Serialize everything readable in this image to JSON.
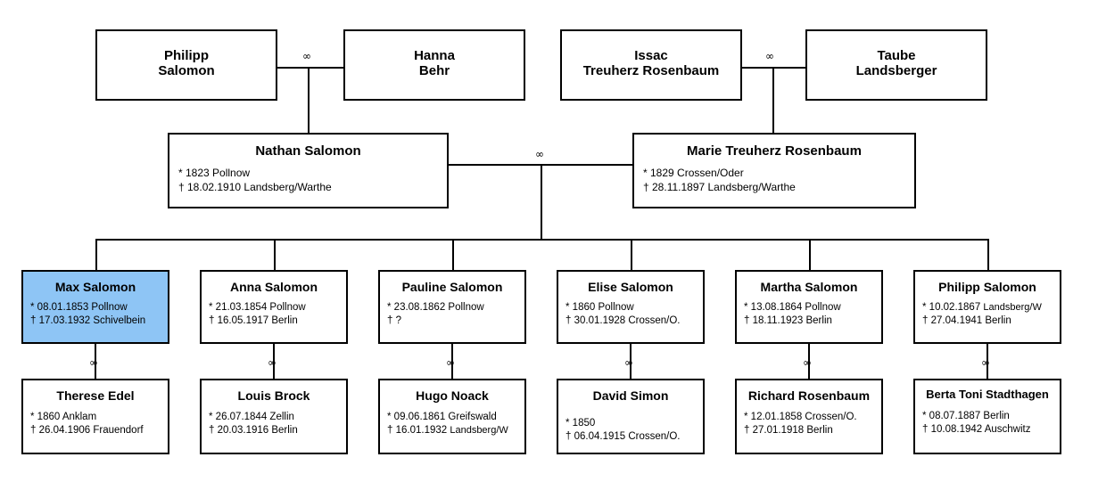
{
  "symbols": {
    "marriage": "∞",
    "birth": "*",
    "death": "†"
  },
  "colors": {
    "highlight": "#8ec5f5",
    "line": "#000000",
    "background": "#ffffff",
    "text": "#000000"
  },
  "generation1": {
    "couple_left": {
      "husband": {
        "line1": "Philipp",
        "line2": "Salomon"
      },
      "wife": {
        "line1": "Hanna",
        "line2": "Behr"
      },
      "marriage_symbol": "∞"
    },
    "couple_right": {
      "husband": {
        "line1": "Issac",
        "line2": "Treuherz Rosenbaum"
      },
      "wife": {
        "line1": "Taube",
        "line2": "Landsberger"
      },
      "marriage_symbol": "∞"
    }
  },
  "generation2": {
    "marriage_symbol": "∞",
    "father": {
      "name": "Nathan Salomon",
      "birth": "* 1823 Pollnow",
      "death": "† 18.02.1910 Landsberg/Warthe"
    },
    "mother": {
      "name": "Marie Treuherz Rosenbaum",
      "birth": "* 1829 Crossen/Oder",
      "death": "† 28.11.1897 Landsberg/Warthe"
    }
  },
  "generation3": {
    "children": [
      {
        "name": "Max Salomon",
        "birth": "*  08.01.1853 Pollnow",
        "death": "† 17.03.1932 Schivelbein",
        "highlighted": true,
        "marriage_symbol": "∞",
        "spouse": {
          "name": "Therese Edel",
          "birth": "*  1860 Anklam",
          "death": "† 26.04.1906 Frauendorf"
        }
      },
      {
        "name": "Anna Salomon",
        "birth": "* 21.03.1854 Pollnow",
        "death": "† 16.05.1917 Berlin",
        "highlighted": false,
        "marriage_symbol": "∞",
        "spouse": {
          "name": "Louis Brock",
          "birth": "*  26.07.1844 Zellin",
          "death": "†  20.03.1916 Berlin"
        }
      },
      {
        "name": "Pauline Salomon",
        "birth": "* 23.08.1862 Pollnow",
        "death": "† ?",
        "highlighted": false,
        "marriage_symbol": "∞",
        "spouse": {
          "name": "Hugo Noack",
          "birth": "*  09.06.1861 Greifswald",
          "death_prefix": "† 16.01.1932 ",
          "death_small": "Landsberg/W"
        }
      },
      {
        "name": "Elise Salomon",
        "birth": "* 1860 Pollnow",
        "death": "† 30.01.1928 Crossen/O.",
        "highlighted": false,
        "marriage_symbol": "∞",
        "spouse": {
          "name": "David Simon",
          "birth": "* 1850",
          "death": "† 06.04.1915 Crossen/O."
        }
      },
      {
        "name": "Martha Salomon",
        "birth": "* 13.08.1864 Pollnow",
        "death": "† 18.11.1923 Berlin",
        "highlighted": false,
        "marriage_symbol": "∞",
        "spouse": {
          "name": "Richard Rosenbaum",
          "birth": "* 12.01.1858  Crossen/O.",
          "death": "† 27.01.1918  Berlin"
        }
      },
      {
        "name": "Philipp Salomon",
        "birth_prefix": "* 10.02.1867 ",
        "birth_small": "Landsberg/W",
        "death": "† 27.04.1941 Berlin",
        "highlighted": false,
        "marriage_symbol": "∞",
        "spouse": {
          "name": "Berta Toni Stadthagen",
          "birth": "*  08.07.1887 Berlin",
          "death": "† 10.08.1942 Auschwitz"
        }
      }
    ]
  }
}
